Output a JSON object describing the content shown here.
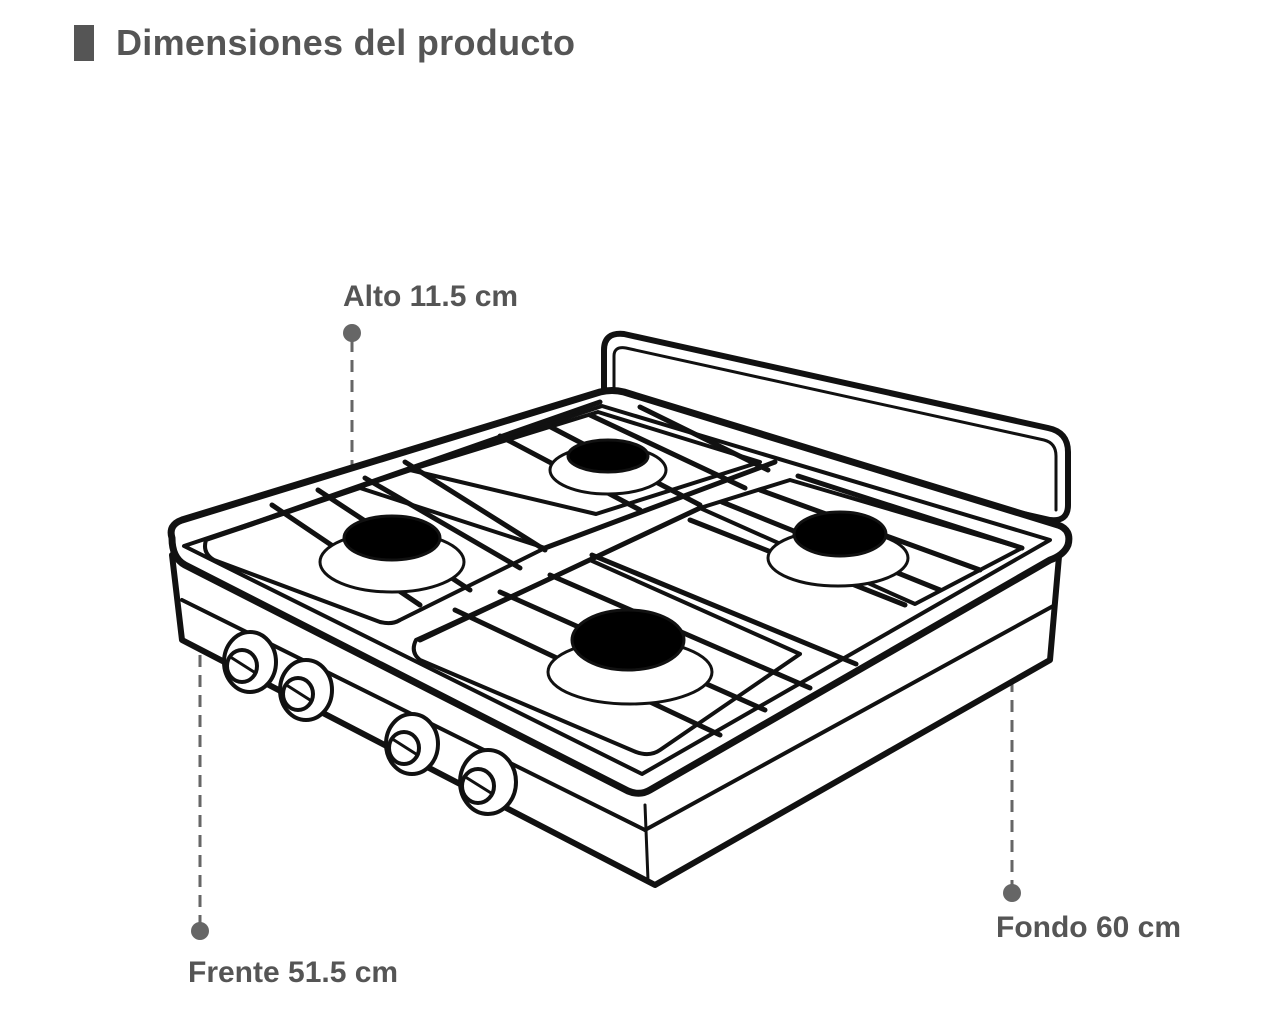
{
  "header": {
    "title": "Dimensiones del producto"
  },
  "dimensions": {
    "height_label": "Alto 11.5 cm",
    "width_label": "Frente 51.5 cm",
    "depth_label": "Fondo 60 cm"
  },
  "colors": {
    "text": "#555555",
    "line": "#111111",
    "marker": "#666666"
  }
}
